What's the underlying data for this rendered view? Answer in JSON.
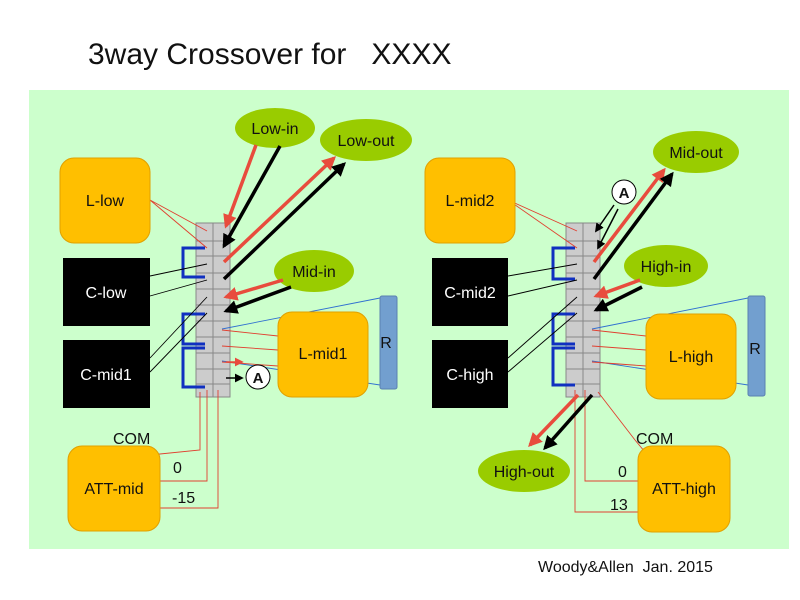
{
  "title": "3way Crossover for   XXXX",
  "credit": "Woody&Allen  Jan. 2015",
  "colors": {
    "background": "#ccffcc",
    "box_orange": "#ffbf00",
    "box_black": "#000000",
    "ellipse_green": "#99cc00",
    "bar_blue": "#729fcf",
    "terminal_grey": "#cccccc",
    "wire_red": "#e84c3d",
    "wire_black": "#000000",
    "wire_thin_red": "#e04030",
    "wire_thin_blue": "#3070d0",
    "bracket_blue": "#1030c0"
  },
  "left": {
    "boxes": {
      "l_low": "L-low",
      "c_low": "C-low",
      "c_mid1": "C-mid1",
      "l_mid1": "L-mid1",
      "att_mid": "ATT-mid",
      "r": "R"
    },
    "ellipses": {
      "low_in": "Low-in",
      "low_out": "Low-out",
      "mid_in": "Mid-in"
    },
    "marker": "A",
    "com_label": "COM",
    "tap_0": "0",
    "tap_minus15": "-15"
  },
  "right": {
    "boxes": {
      "l_mid2": "L-mid2",
      "c_mid2": "C-mid2",
      "c_high": "C-high",
      "l_high": "L-high",
      "att_high": "ATT-high",
      "r": "R"
    },
    "ellipses": {
      "mid_out": "Mid-out",
      "high_in": "High-in",
      "high_out": "High-out"
    },
    "marker": "A",
    "com_label": "COM",
    "tap_0": "0",
    "tap_13": "13"
  }
}
